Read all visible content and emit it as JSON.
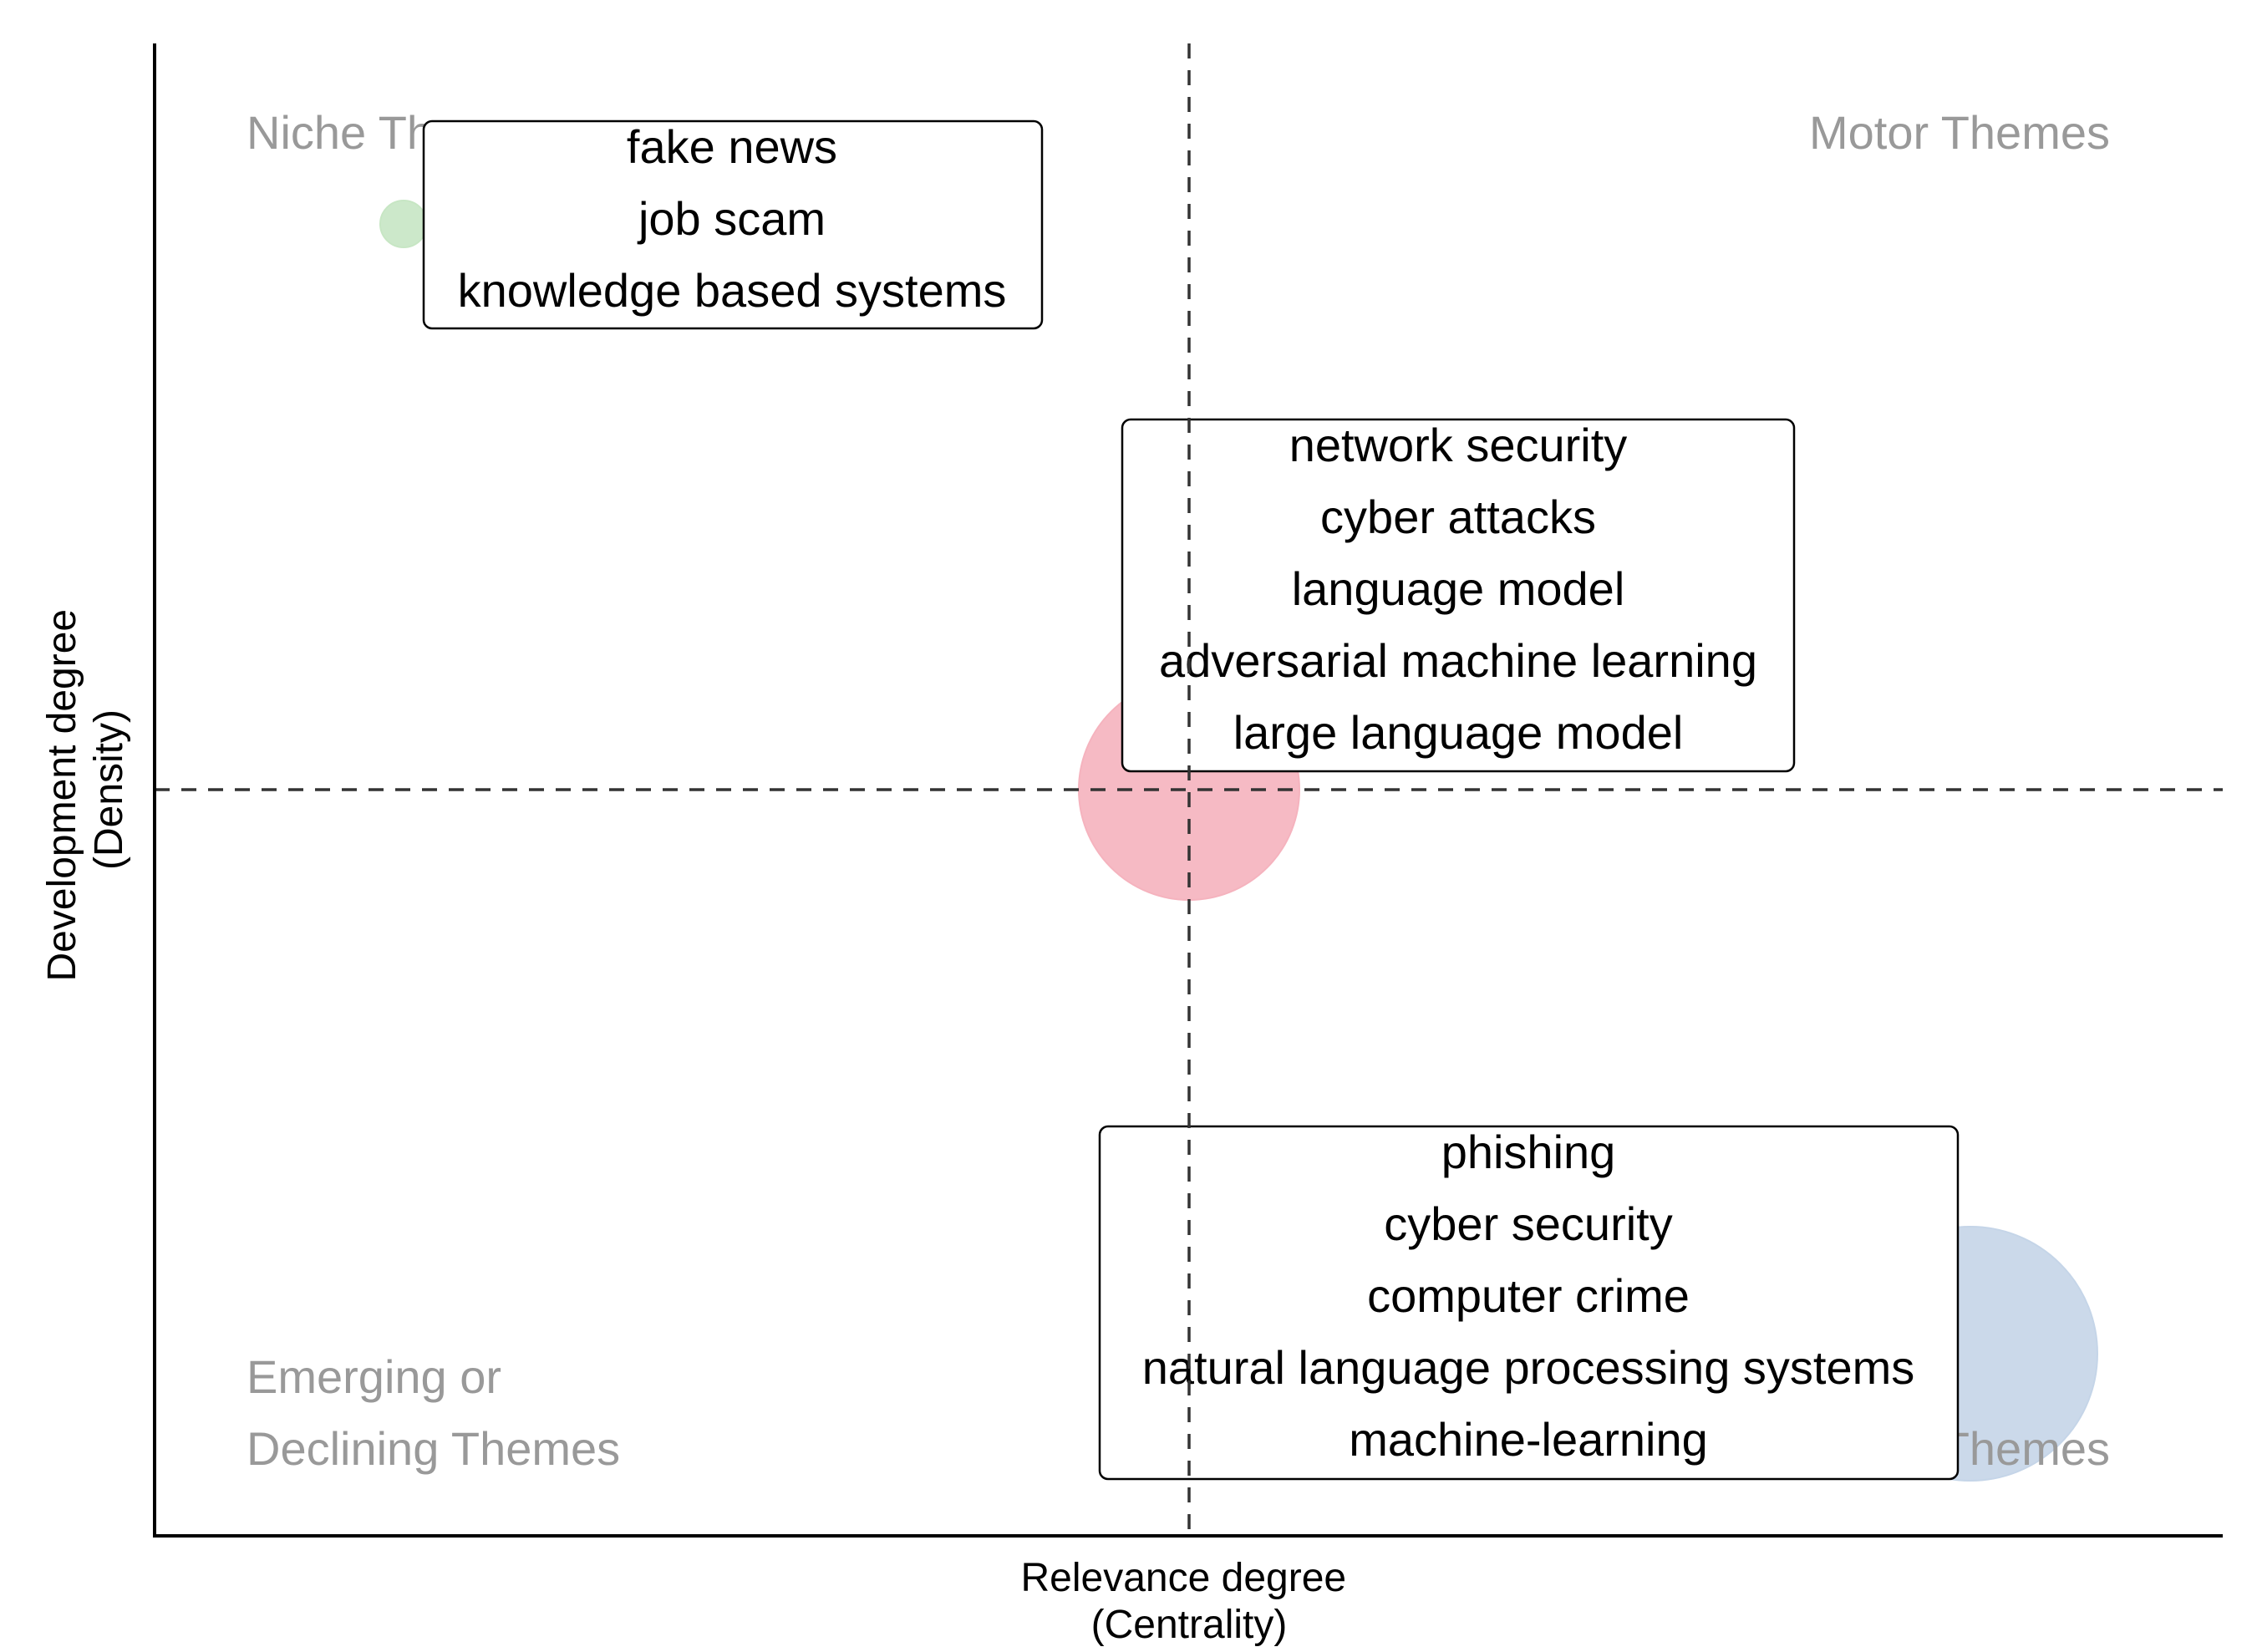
{
  "chart_data": {
    "type": "scatter",
    "title": "",
    "xlabel": [
      "Relevance degree",
      "(Centrality)"
    ],
    "ylabel": [
      "Development degree",
      "(Density)"
    ],
    "quadrants": {
      "top_left": [
        "Niche Themes"
      ],
      "top_right": [
        "Motor Themes"
      ],
      "bottom_left": [
        "Emerging or",
        "Declining Themes"
      ],
      "bottom_right": [
        "Basic Themes"
      ]
    },
    "reference_lines": {
      "x": 0.5,
      "y": 0.5
    },
    "xlim": [
      0,
      1
    ],
    "ylim": [
      0,
      1
    ],
    "clusters": [
      {
        "x": 0.12,
        "y": 0.88,
        "size": 0.035,
        "color": "#c7e6c4",
        "labels": [
          "fake news",
          "job scam",
          "knowledge based systems"
        ]
      },
      {
        "x": 0.5,
        "y": 0.5,
        "size": 0.4,
        "color": "#f5b3be",
        "labels": [
          "network security",
          "cyber attacks",
          "language model",
          "adversarial machine learning",
          "large language model"
        ]
      },
      {
        "x": 0.88,
        "y": 0.12,
        "size": 0.6,
        "color": "#c5d5e8",
        "labels": [
          "phishing",
          "cyber security",
          "computer crime",
          "natural language processing systems",
          "machine-learning"
        ]
      }
    ]
  }
}
